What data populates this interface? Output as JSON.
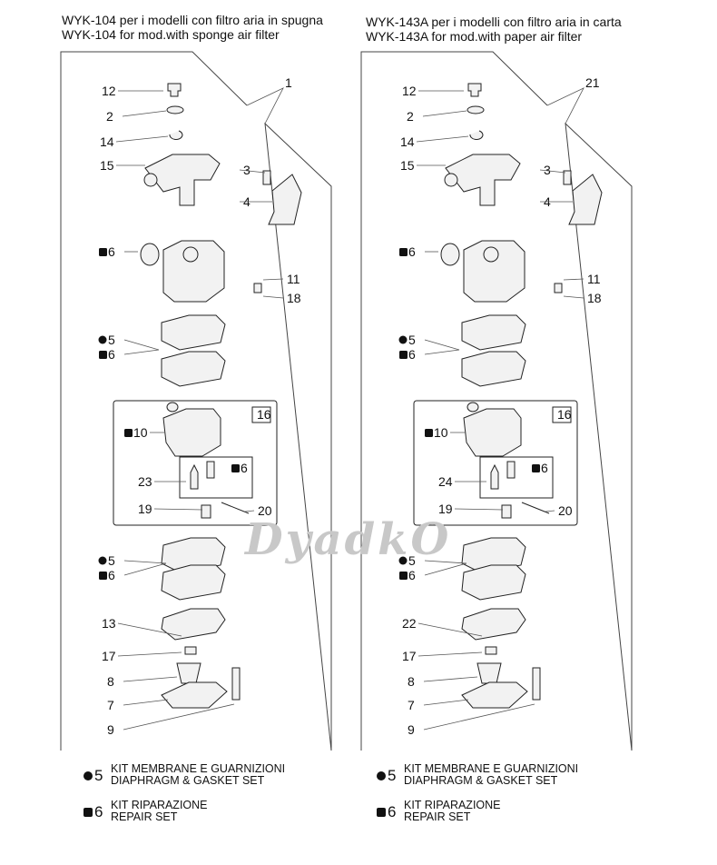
{
  "headers": [
    {
      "it": "WYK-104 per i modelli con filtro aria in spugna",
      "en": "WYK-104 for mod.with sponge air filter"
    },
    {
      "it": "WYK-143A  per i modelli con filtro aria in carta",
      "en": "WYK-143A  for mod.with paper air filter"
    }
  ],
  "panels": [
    {
      "assembly": "1",
      "labels": {
        "p12": "12",
        "p2": "2",
        "p14": "14",
        "p15": "15",
        "p3": "3",
        "p4": "4",
        "p6a": "6",
        "p11": "11",
        "p18": "18",
        "p5a": "5",
        "p6b": "6",
        "p16": "16",
        "p10": "10",
        "p6c": "6",
        "pneedle": "23",
        "p19": "19",
        "p20": "20",
        "p5b": "5",
        "p6d": "6",
        "pvalve": "13",
        "p17": "17",
        "p8": "8",
        "p7": "7",
        "p9": "9"
      }
    },
    {
      "assembly": "21",
      "labels": {
        "p12": "12",
        "p2": "2",
        "p14": "14",
        "p15": "15",
        "p3": "3",
        "p4": "4",
        "p6a": "6",
        "p11": "11",
        "p18": "18",
        "p5a": "5",
        "p6b": "6",
        "p16": "16",
        "p10": "10",
        "p6c": "6",
        "pneedle": "24",
        "p19": "19",
        "p20": "20",
        "p5b": "5",
        "p6d": "6",
        "pvalve": "22",
        "p17": "17",
        "p8": "8",
        "p7": "7",
        "p9": "9"
      }
    }
  ],
  "legend": [
    {
      "marker": "circle",
      "num": "5",
      "it": "KIT MEMBRANE E GUARNIZIONI",
      "en": "DIAPHRAGM & GASKET SET"
    },
    {
      "marker": "square",
      "num": "6",
      "it": "KIT RIPARAZIONE",
      "en": "REPAIR SET"
    }
  ],
  "watermark": "DyadkO"
}
